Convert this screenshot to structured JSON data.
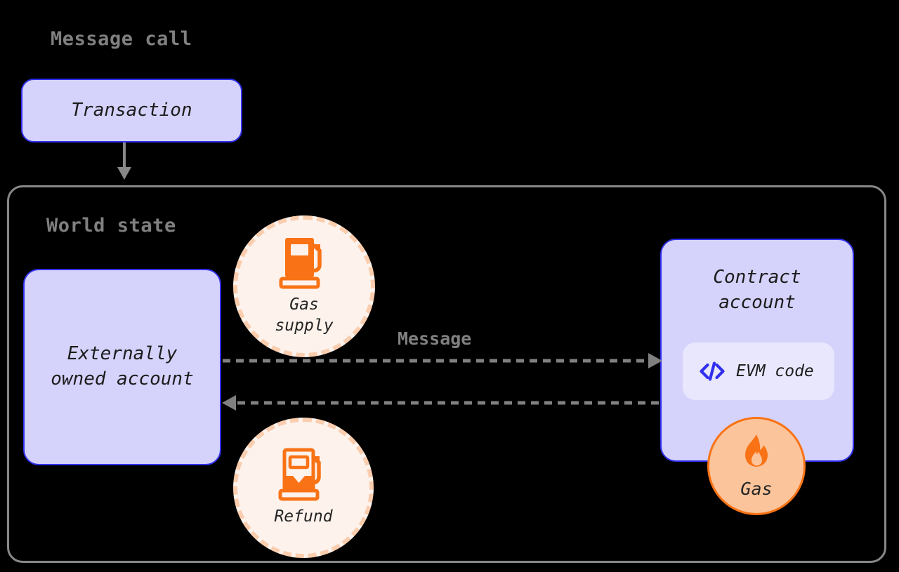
{
  "diagram": {
    "title_message_call": "Message call",
    "title_world_state": "World state",
    "background_color": "#000000"
  },
  "nodes": {
    "transaction": {
      "label": "Transaction",
      "fill": "#d5d2fb",
      "border": "#3030ee"
    },
    "externally_owned_account": {
      "label": "Externally\nowned account",
      "fill": "#d5d2fb",
      "border": "#3030ee"
    },
    "contract_account": {
      "label": "Contract\naccount",
      "fill": "#d5d2fb",
      "border": "#3030ee",
      "chip": {
        "label": "EVM code",
        "icon": "code-brackets-icon",
        "icon_color": "#3030ee",
        "fill": "#e8e7fd"
      }
    },
    "gas_supply": {
      "label": "Gas\nsupply",
      "icon": "fuel-pump-full-icon",
      "fill": "#fdf2ec",
      "border": "#f9cdae",
      "icon_color": "#f97316"
    },
    "refund": {
      "label": "Refund",
      "icon": "fuel-pump-low-icon",
      "fill": "#fdf2ec",
      "border": "#f9cdae",
      "icon_color": "#f97316"
    },
    "gas": {
      "label": "Gas",
      "icon": "flame-icon",
      "fill": "#fbc49b",
      "border": "#f97316",
      "icon_color": "#f97316"
    }
  },
  "edges": {
    "transaction_to_world_state": {
      "label": "",
      "style": "solid",
      "color": "#888888"
    },
    "message_out": {
      "label": "Message",
      "style": "dashed",
      "color": "#808080"
    },
    "message_back": {
      "label": "",
      "style": "dashed",
      "color": "#808080"
    }
  }
}
